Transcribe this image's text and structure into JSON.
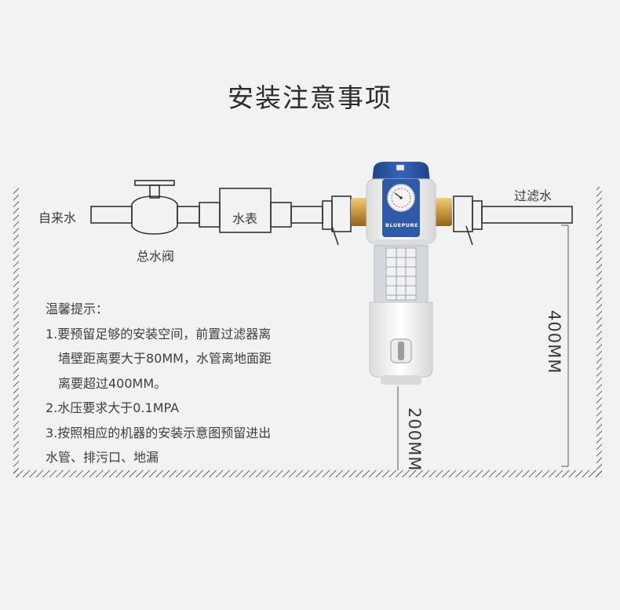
{
  "title": "安装注意事项",
  "labels": {
    "inlet": "自来水",
    "main_valve": "总水阀",
    "water_meter": "水表",
    "filtered_water": "过滤水"
  },
  "tips": {
    "heading": "温馨提示：",
    "item1_line1": "1.要预留足够的安装空间，前置过滤器离",
    "item1_line2": "墙壁距离要大于80MM，水管离地面距",
    "item1_line3": "离要超过400MM。",
    "item2": "2.水压要求大于0.1MPA",
    "item3_line1": "3.按照相应的机器的安装示意图预留进出",
    "item3_line2": "水管、排污口、地漏"
  },
  "dimensions": {
    "right": "400MM",
    "bottom": "200MM"
  },
  "product": {
    "brand": "BLUEPURE"
  },
  "colors": {
    "background": "#f2f2f2",
    "line": "#333333",
    "brand_blue": "#2f5aa8",
    "brass": "#c8963c"
  }
}
